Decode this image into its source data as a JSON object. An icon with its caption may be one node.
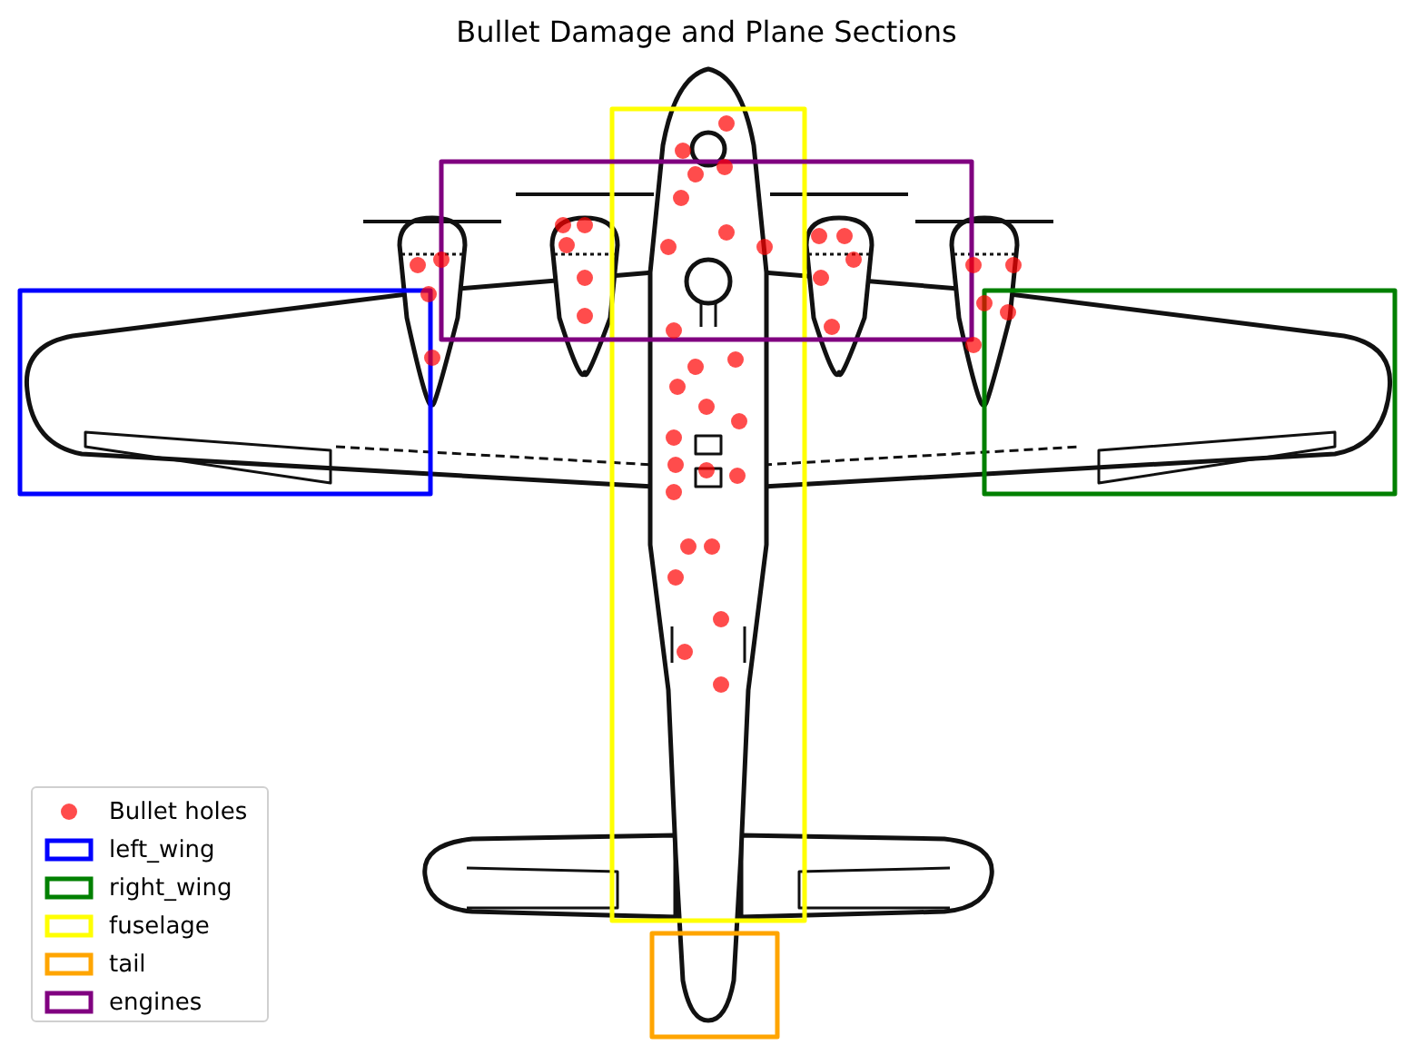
{
  "diagram": {
    "title": "Bullet Damage and Plane Sections",
    "legend": [
      {
        "text": "Bullet holes"
      },
      {
        "text": "left_wing"
      },
      {
        "text": "right_wing"
      },
      {
        "text": "fuselage"
      },
      {
        "text": "tail"
      },
      {
        "text": "engines"
      }
    ]
  }
}
